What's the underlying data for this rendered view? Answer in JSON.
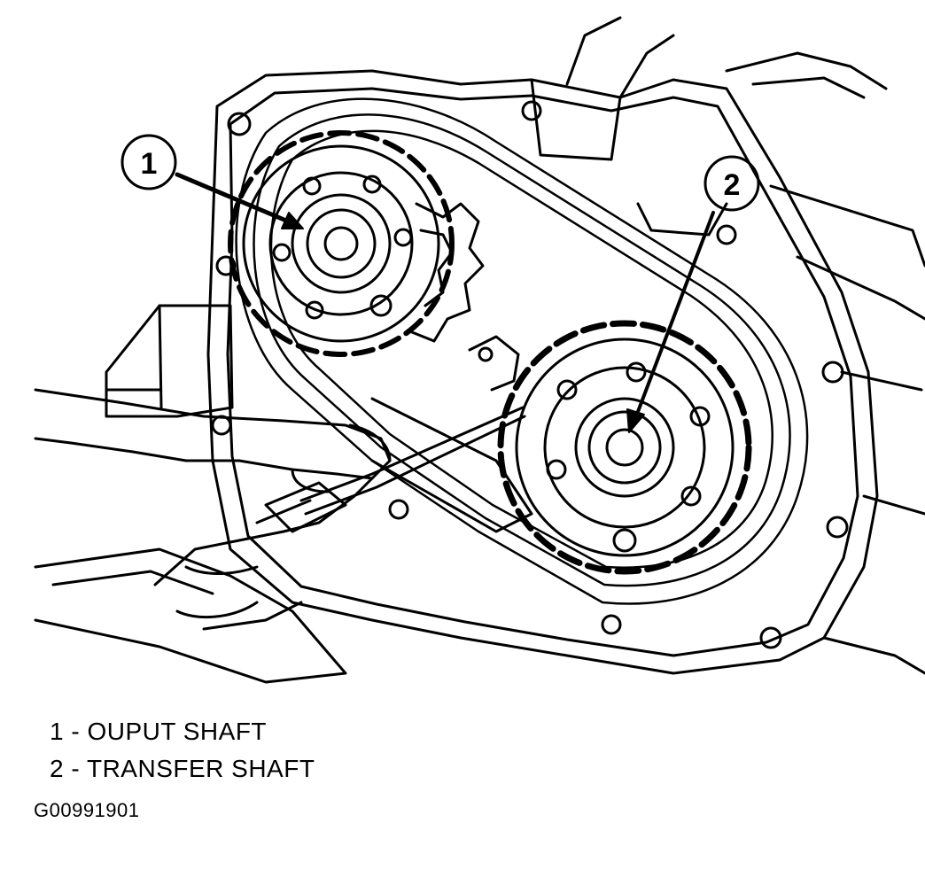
{
  "callouts": [
    {
      "number": "1"
    },
    {
      "number": "2"
    }
  ],
  "legend": [
    {
      "number": "1",
      "separator": "-",
      "label": "OUPUT SHAFT"
    },
    {
      "number": "2",
      "separator": "-",
      "label": "TRANSFER SHAFT"
    }
  ],
  "figure_id": "G00991901",
  "colors": {
    "ink": "#000000",
    "paper": "#ffffff"
  }
}
